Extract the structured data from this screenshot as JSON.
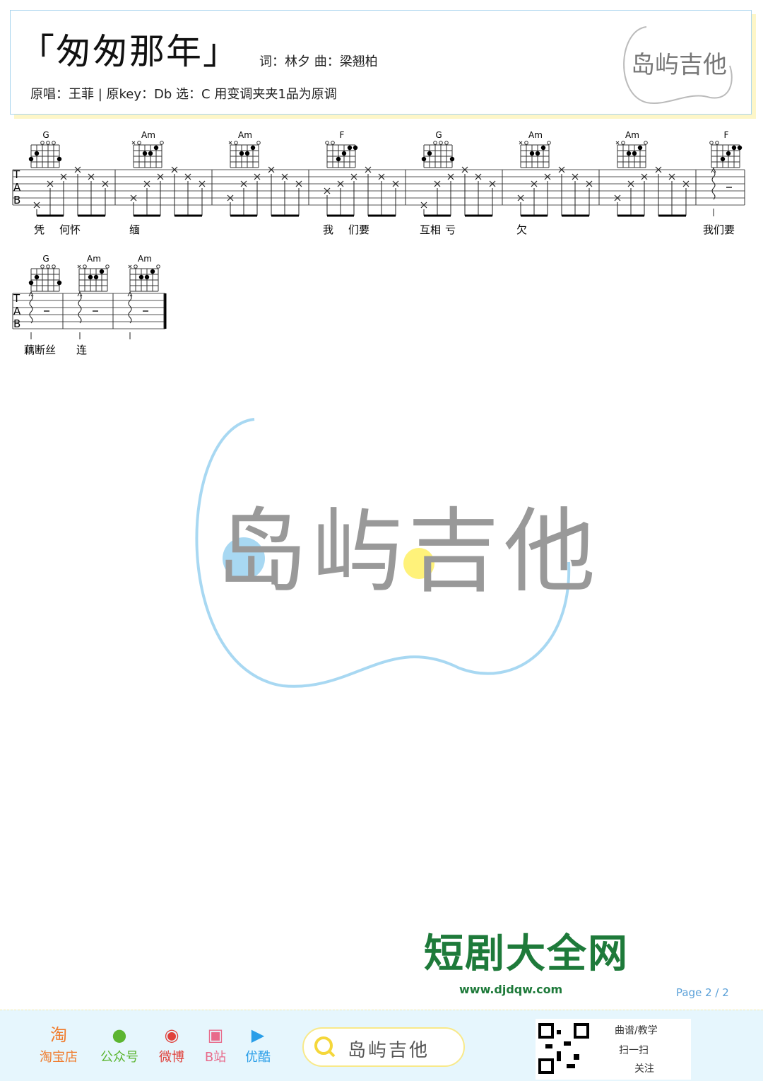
{
  "header": {
    "title": "「匆匆那年」",
    "credits": "词：林夕  曲：梁翘柏",
    "info": "原唱：王菲 |  原key：Db  选：C  用变调夹夹1品为原调",
    "logo": "岛屿吉他"
  },
  "row1": {
    "chords": [
      "G",
      "Am",
      "Am",
      "F",
      "G",
      "Am",
      "Am",
      "F"
    ],
    "lyrics": [
      {
        "m": 0,
        "t": "凭"
      },
      {
        "m": 0,
        "t": "何怀",
        "o": 1
      },
      {
        "m": 1,
        "t": "缅"
      },
      {
        "m": 3,
        "t": "我"
      },
      {
        "m": 3,
        "t": "们要",
        "o": 1
      },
      {
        "m": 4,
        "t": "互相"
      },
      {
        "m": 4,
        "t": "亏",
        "o": 1
      },
      {
        "m": 5,
        "t": "欠"
      },
      {
        "m": 7,
        "t": "我们要"
      }
    ]
  },
  "row2": {
    "chords": [
      "G",
      "Am",
      "Am"
    ],
    "lyrics": [
      {
        "m": 0,
        "t": "藕断丝"
      },
      {
        "m": 1,
        "t": "连"
      }
    ]
  },
  "watermark": "岛屿吉他",
  "page": "Page 2 / 2",
  "footer": {
    "links": [
      {
        "label": "淘宝店",
        "icon": "淘",
        "color": "#f07a2a"
      },
      {
        "label": "公众号",
        "icon": "●",
        "color": "#5cb531"
      },
      {
        "label": "微博",
        "icon": "◉",
        "color": "#e0403a"
      },
      {
        "label": "B站",
        "icon": "▣",
        "color": "#e86a8a"
      },
      {
        "label": "优酷",
        "icon": "▶",
        "color": "#2a9ee8"
      }
    ],
    "search": "岛屿吉他",
    "qr_title": "曲谱/教学",
    "qr_sub": "扫一扫",
    "qr_follow": "关注",
    "overlay": "短剧大全网",
    "overlay_url": "www.djdqw.com"
  }
}
